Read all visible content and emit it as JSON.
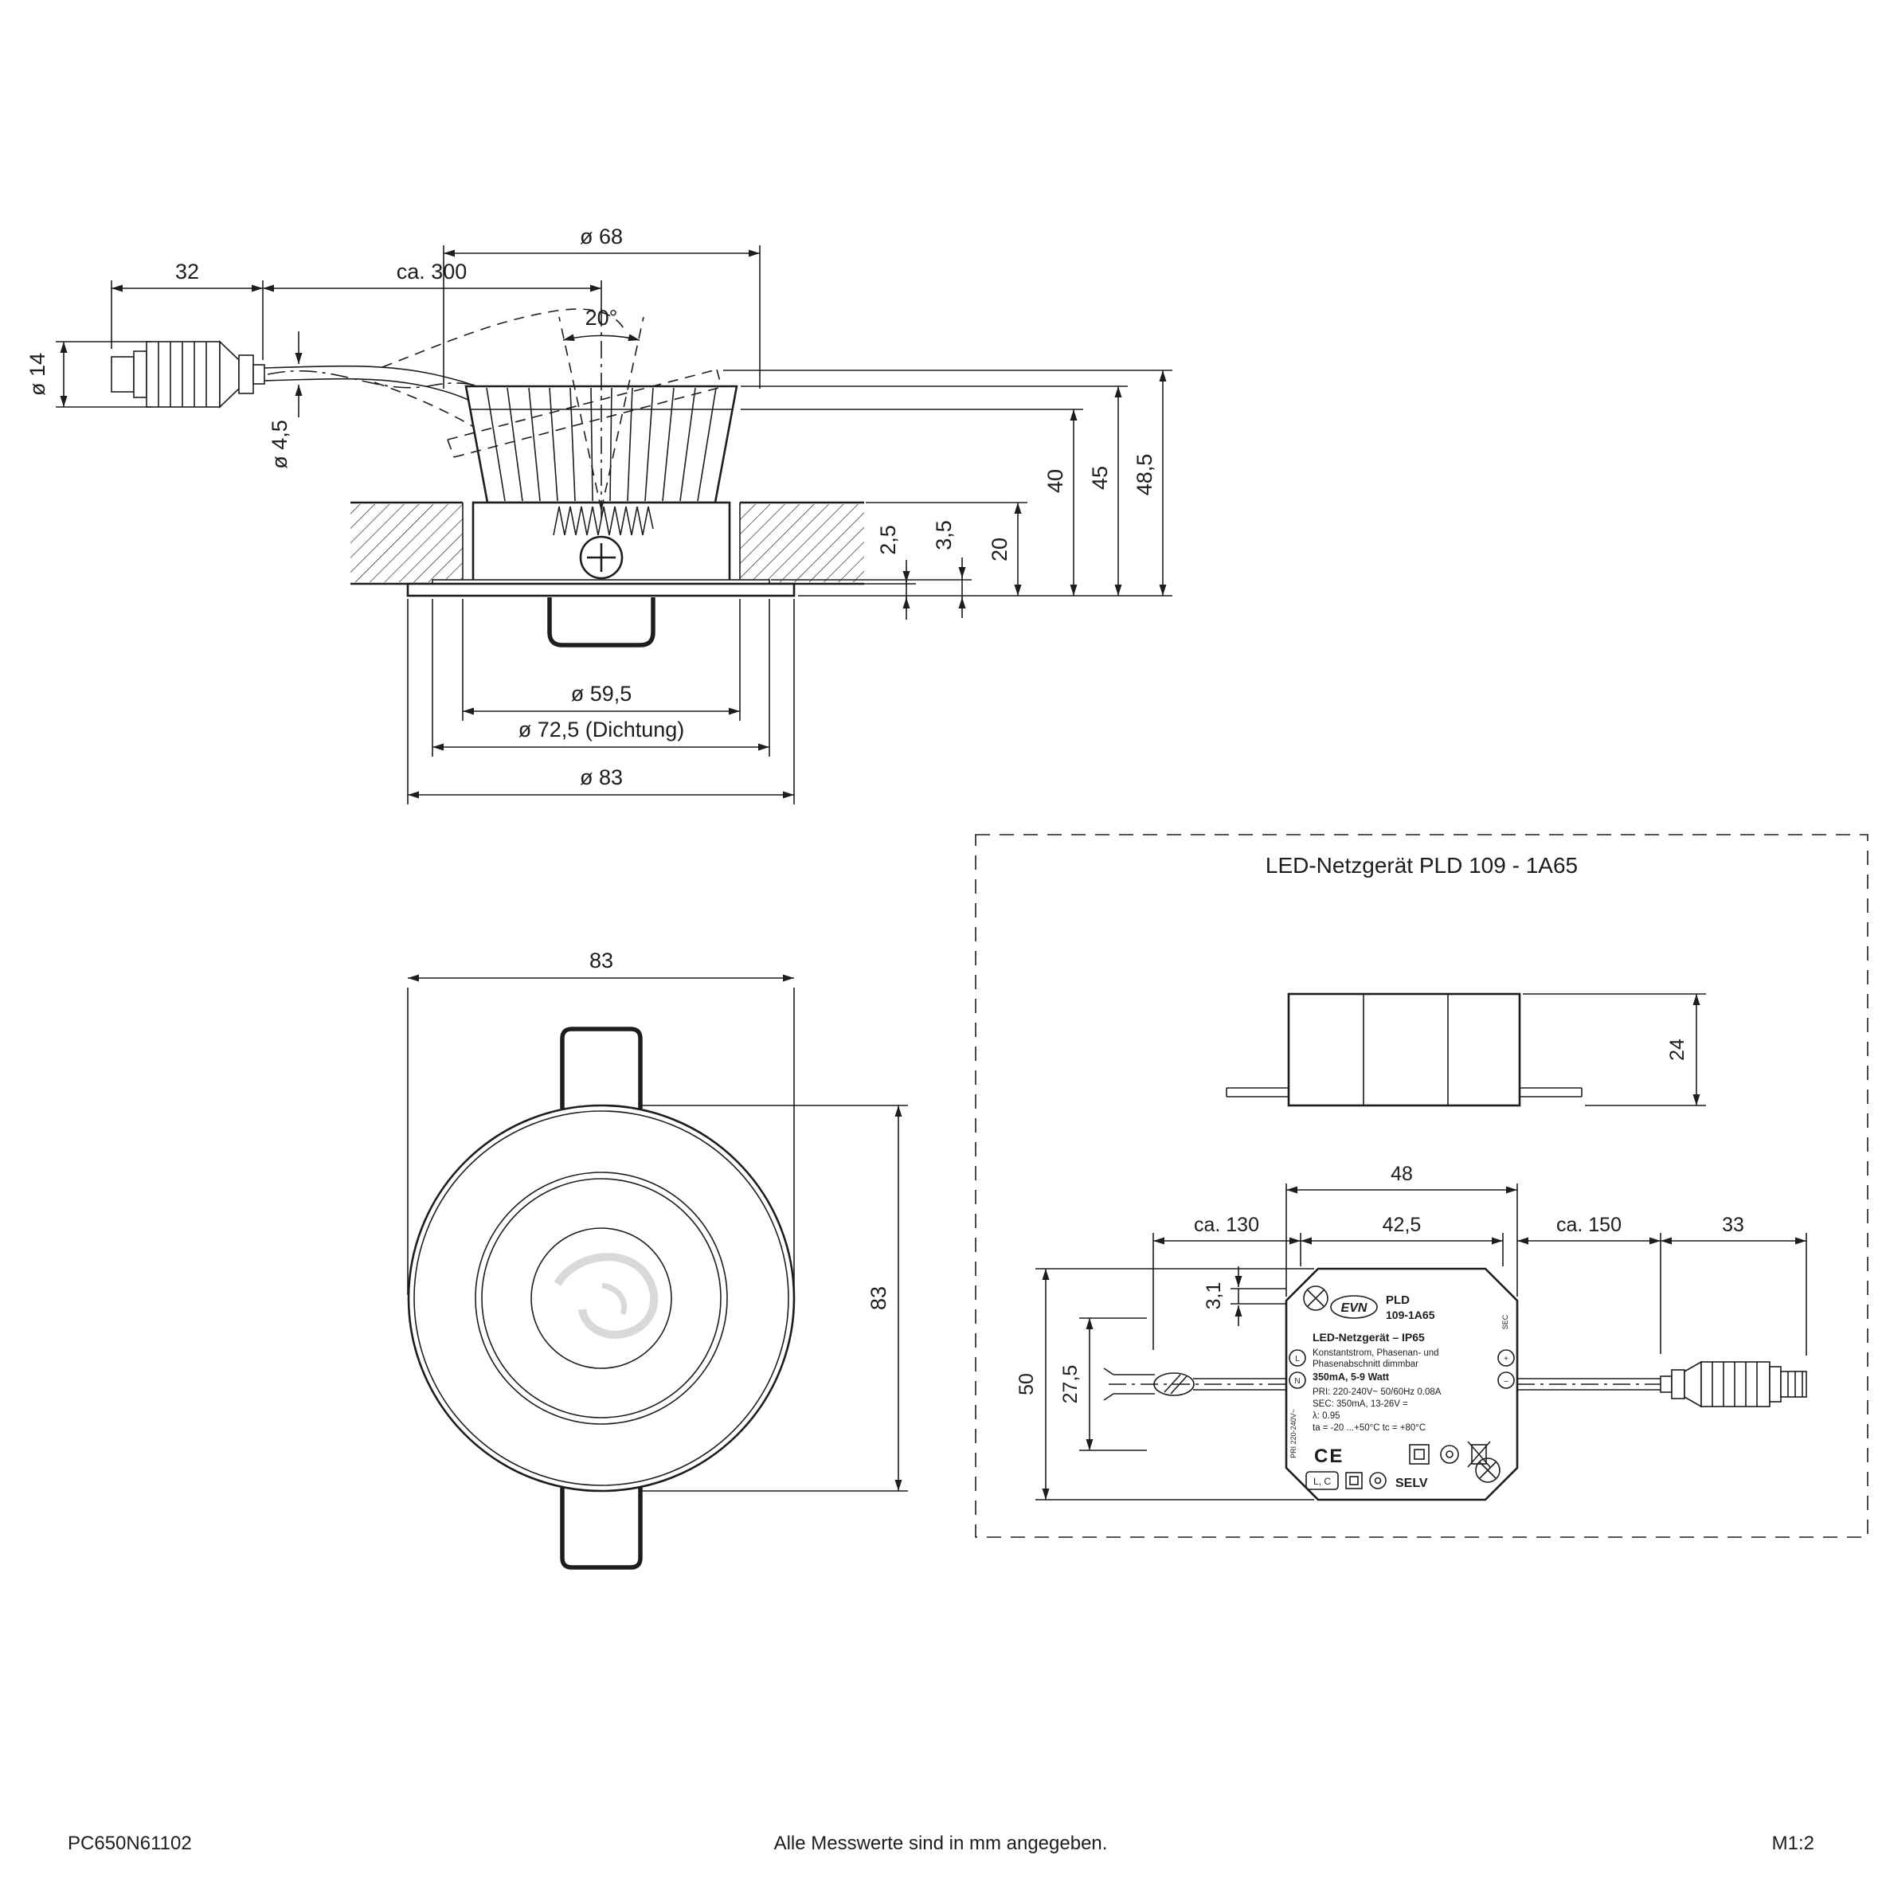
{
  "footer": {
    "doc_number": "PC650N61102",
    "note": "Alle Messwerte sind in mm angegeben.",
    "scale": "M1:2"
  },
  "side_view": {
    "dim_d68": "ø 68",
    "dim_32": "32",
    "dim_ca300": "ca. 300",
    "dim_angle": "20°",
    "dim_d14": "ø 14",
    "dim_d45": "ø 4,5",
    "dim_2_5": "2,5",
    "dim_3_5": "3,5",
    "dim_20": "20",
    "dim_40": "40",
    "dim_45": "45",
    "dim_48_5": "48,5",
    "dim_d59_5": "ø 59,5",
    "dim_d72_5": "ø 72,5 (Dichtung)",
    "dim_d83": "ø 83"
  },
  "front_view": {
    "dim_w83": "83",
    "dim_h83": "83"
  },
  "driver": {
    "title": "LED-Netzgerät PLD 109 - 1A65",
    "dim_24": "24",
    "dim_48": "48",
    "dim_42_5": "42,5",
    "dim_ca130": "ca. 130",
    "dim_ca150": "ca. 150",
    "dim_33": "33",
    "dim_3_1": "3,1",
    "dim_50": "50",
    "dim_27_5": "27,5",
    "label": {
      "brand": "EVN",
      "model_top": "PLD",
      "model_bottom": "109-1A65",
      "type_line": "LED-Netzgerät  –  IP65",
      "desc_line1": "Konstantstrom, Phasenan- und",
      "desc_line2": "Phasenabschnitt dimmbar",
      "power_line": "350mA, 5-9 Watt",
      "pri_line": "PRI: 220-240V~  50/60Hz 0.08A",
      "sec_line": "SEC: 350mA, 13-26V =",
      "lambda_line": "λ: 0.95",
      "temp_line": "ta = -20 ...+50°C   tc = +80°C",
      "ce_mark": "CE",
      "lc_mark": "L, C",
      "selv_mark": "SELV",
      "terminal_l": "L",
      "terminal_n": "N",
      "terminal_plus": "+",
      "terminal_minus": "–",
      "pri_side": "PRI 220-240V~",
      "sec_side": "SEC"
    }
  }
}
